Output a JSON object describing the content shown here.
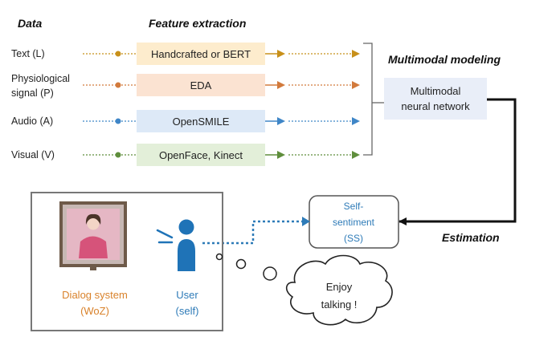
{
  "headers": {
    "data": "Data",
    "feature_extraction": "Feature extraction",
    "multimodal_modeling": "Multimodal modeling",
    "estimation": "Estimation"
  },
  "modalities": [
    {
      "label_lines": [
        "Text (L)"
      ],
      "feature": "Handcrafted or BERT",
      "color": "#c8901a",
      "box_fill": "#fdeccd"
    },
    {
      "label_lines": [
        "Physiological",
        "signal (P)"
      ],
      "feature": "EDA",
      "color": "#d27a3c",
      "box_fill": "#fbe3d2"
    },
    {
      "label_lines": [
        "Audio (A)"
      ],
      "feature": "OpenSMILE",
      "color": "#3f86c7",
      "box_fill": "#dde9f7"
    },
    {
      "label_lines": [
        "Visual (V)"
      ],
      "feature": "OpenFace, Kinect",
      "color": "#5f8e3c",
      "box_fill": "#e3efd9"
    }
  ],
  "model_box": {
    "lines": [
      "Multimodal",
      "neural network"
    ],
    "fill": "#e9eef8"
  },
  "estimate_box": {
    "lines": [
      "Self-",
      "sentiment",
      "(SS)"
    ],
    "color": "#2e7bb8"
  },
  "dialog_system": {
    "lines": [
      "Dialog system",
      "(WoZ)"
    ],
    "color": "#d9822b"
  },
  "user": {
    "lines": [
      "User",
      "(self)"
    ],
    "color": "#2e7bb8",
    "icon_color": "#1f73b7"
  },
  "thought": {
    "lines": [
      "Enjoy",
      "talking !"
    ]
  }
}
